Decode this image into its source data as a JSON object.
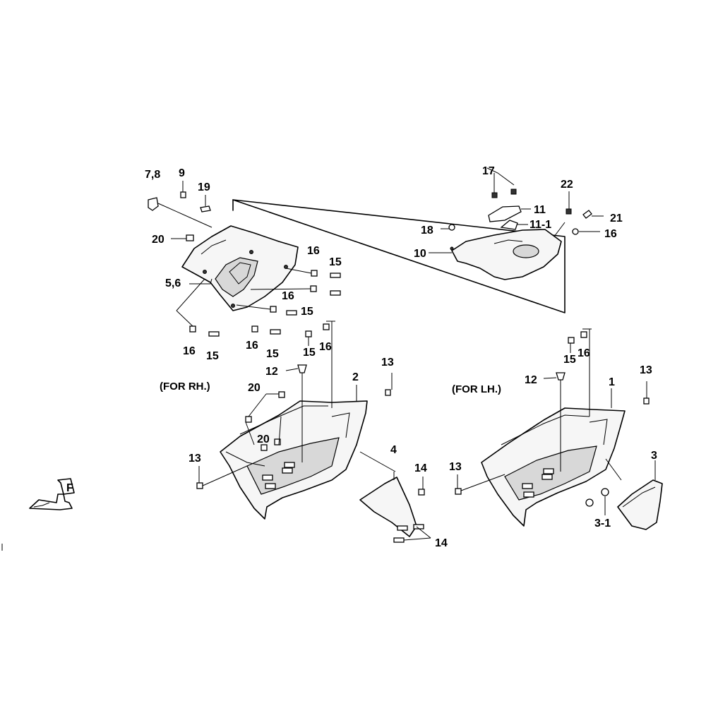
{
  "labels": {
    "l_7_8": "7,8",
    "l_9": "9",
    "l_19": "19",
    "l_20a": "20",
    "l_5_6": "5,6",
    "l_16a": "16",
    "l_15a": "15",
    "l_16b": "16",
    "l_15b": "15",
    "l_16c": "16",
    "l_15c": "15",
    "l_16d": "16",
    "l_15d": "15",
    "l_15e": "15",
    "l_16e": "16",
    "l_12a": "12",
    "l_2": "2",
    "l_13a": "13",
    "l_20b": "20",
    "l_20c": "20",
    "l_13b": "13",
    "l_4": "4",
    "l_14a": "14",
    "l_14b": "14",
    "l_17": "17",
    "l_22": "22",
    "l_11": "11",
    "l_11_1": "11-1",
    "l_21": "21",
    "l_18": "18",
    "l_16f": "16",
    "l_10": "10",
    "l_15f": "15",
    "l_16g": "16",
    "l_12b": "12",
    "l_1": "1",
    "l_13c": "13",
    "l_13d": "13",
    "l_3": "3",
    "l_3_1": "3-1",
    "front_arrow": "F"
  },
  "notes": {
    "for_rh": "(FOR  RH.)",
    "for_lh": "(FOR LH.)"
  }
}
